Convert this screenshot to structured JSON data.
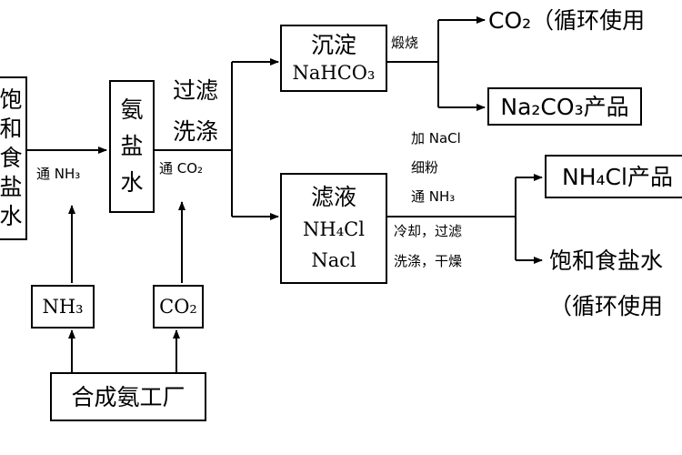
{
  "nodes": {
    "brine_in": [
      "饱",
      "和",
      "食",
      "盐",
      "水"
    ],
    "ammonia_brine": [
      "氨",
      "盐",
      "水"
    ],
    "precipitate": {
      "line1": "沉淀",
      "line2": "NaHCO₃"
    },
    "filtrate": {
      "line1": "滤液",
      "line2": "NH₄Cl",
      "line3": "Nacl"
    },
    "nh3_source": "NH₃",
    "co2_source": "CO₂",
    "plant": "合成氨工厂",
    "co2_recycle": "CO₂（循环使用",
    "na2co3_product": "Na₂CO₃产品",
    "nh4cl_product": "NH₄Cl产品",
    "brine_out": "饱和食盐水",
    "recycle_note": "（循环使用"
  },
  "labels": {
    "pass_nh3": "通 NH₃",
    "pass_co2": "通 CO₂",
    "filter": "过滤",
    "wash": "洗涤",
    "calcine": "煅烧",
    "add_nacl": "加 NaCl",
    "fine_powder": "细粉",
    "pass_nh3_2": "通 NH₃",
    "cool_filter": "冷却，过滤",
    "wash_dry": "洗涤，干燥"
  }
}
